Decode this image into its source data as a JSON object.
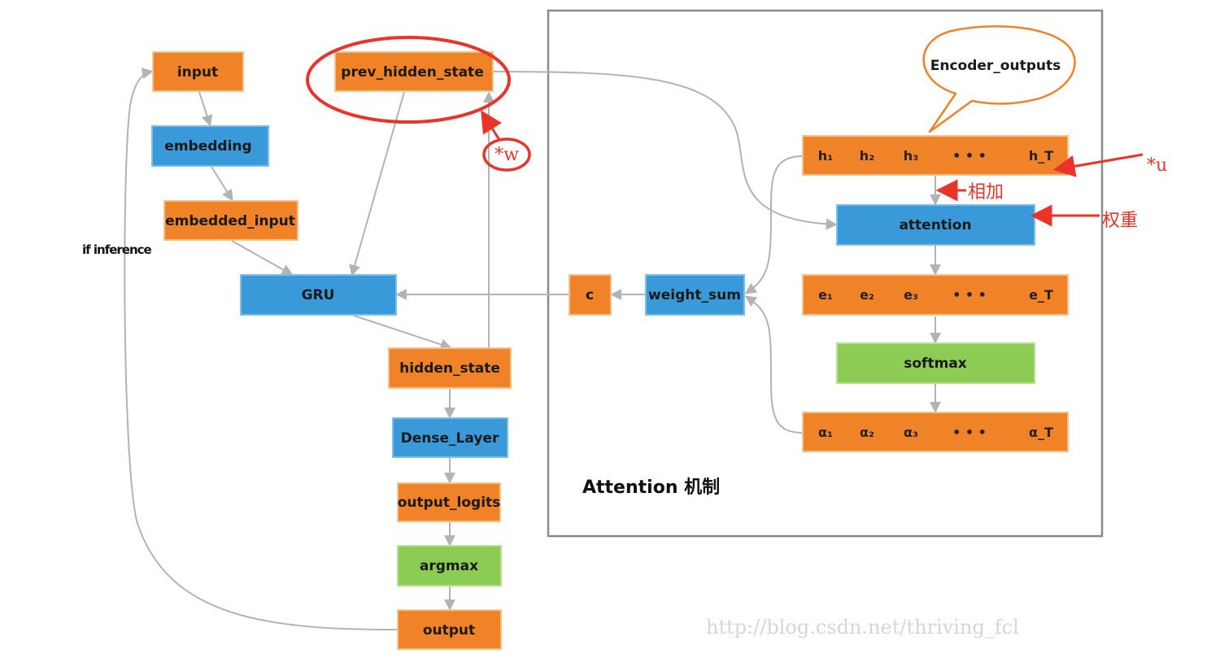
{
  "colors": {
    "orange": "#f08328",
    "orange_border": "#f6c28b",
    "blue": "#3a9ad9",
    "green": "#8ccc55",
    "arrow_grey": "#b3b3b3",
    "annotation_red": "#e8342a"
  },
  "nodes": {
    "input": "input",
    "embedding": "embedding",
    "embedded_input": "embedded_input",
    "prev_hidden_state": "prev_hidden_state",
    "gru": "GRU",
    "hidden_state": "hidden_state",
    "dense_layer": "Dense_Layer",
    "output_logits": "output_logits",
    "argmax": "argmax",
    "output": "output",
    "c": "c",
    "weight_sum": "weight_sum",
    "attention": "attention",
    "softmax": "softmax",
    "encoder_outputs": "Encoder_outputs"
  },
  "sequences": {
    "h": [
      "h₁",
      "h₂",
      "h₃",
      "• • •",
      "h_T"
    ],
    "e": [
      "e₁",
      "e₂",
      "e₃",
      "• • •",
      "e_T"
    ],
    "alpha": [
      "α₁",
      "α₂",
      "α₃",
      "• • •",
      "α_T"
    ]
  },
  "labels": {
    "if_inference": "if inference",
    "attention_title": "Attention 机制",
    "star_w": "*w",
    "star_u": "*u",
    "xiangjia": "相加",
    "quanzhong": "权重"
  },
  "watermark": "http://blog.csdn.net/thriving_fcl"
}
